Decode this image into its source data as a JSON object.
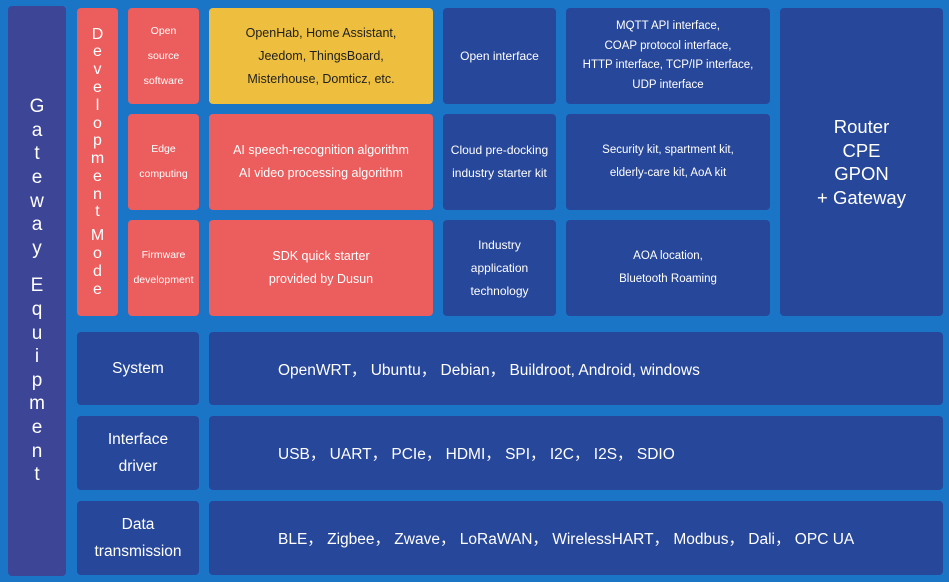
{
  "gateway_label": "Gateway Equipment",
  "dev_mode_label": "Development Mode",
  "rows": {
    "open_source": {
      "category": "Open\nsource\nsoftware",
      "content": "OpenHab, Home Assistant,\nJeedom, ThingsBoard,\nMisterhouse, Domticz, etc.",
      "feature": "Open interface",
      "detail": "MQTT API interface,\nCOAP protocol interface,\nHTTP interface, TCP/IP interface,\nUDP interface"
    },
    "edge": {
      "category": "Edge\ncomputing",
      "content": "AI speech-recognition algorithm\nAI video processing algorithm",
      "feature": "Cloud pre-docking\nindustry starter kit",
      "detail": "Security kit, spartment kit,\nelderly-care kit, AoA kit"
    },
    "firmware": {
      "category": "Firmware\ndevelopment",
      "content": "SDK quick starter\nprovided by Dusun",
      "feature": "Industry\napplication\ntechnology",
      "detail": "AOA location,\nBluetooth Roaming"
    }
  },
  "router_label": "Router\nCPE\nGPON\n+ Gateway",
  "system": {
    "label": "System",
    "content": "OpenWRT， Ubuntu， Debian， Buildroot, Android, windows"
  },
  "interface_driver": {
    "label": "Interface\ndriver",
    "content": "USB， UART， PCIe， HDMI， SPI， I2C， I2S， SDIO"
  },
  "data_transmission": {
    "label": "Data\ntransmission",
    "content": "BLE， Zigbee， Zwave， LoRaWAN， WirelessHART， Modbus， Dali， OPC UA"
  },
  "colors": {
    "background": "#1b75c7",
    "panel_blue": "#27479a",
    "side_panel": "#3c4596",
    "red": "#ec5d5d",
    "yellow": "#eebf3f"
  }
}
